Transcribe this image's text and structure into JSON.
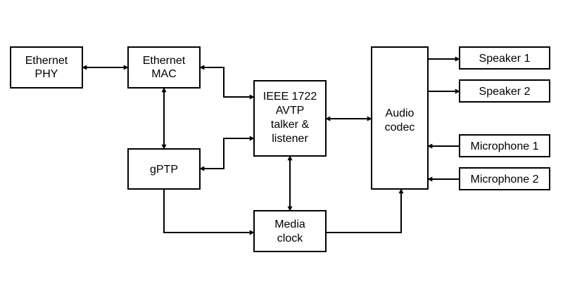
{
  "blocks": {
    "ethernet_phy": [
      "Ethernet",
      "PHY"
    ],
    "ethernet_mac": [
      "Ethernet",
      "MAC"
    ],
    "gptp": [
      "gPTP"
    ],
    "avtp": [
      "IEEE 1722",
      "AVTP",
      "talker &",
      "listener"
    ],
    "media_clock": [
      "Media",
      "clock"
    ],
    "audio_codec": [
      "Audio",
      "codec"
    ],
    "speaker_1": [
      "Speaker 1"
    ],
    "speaker_2": [
      "Speaker 2"
    ],
    "microphone_1": [
      "Microphone 1"
    ],
    "microphone_2": [
      "Microphone 2"
    ]
  },
  "colors": {
    "stroke": "#000000",
    "fill": "#ffffff"
  }
}
